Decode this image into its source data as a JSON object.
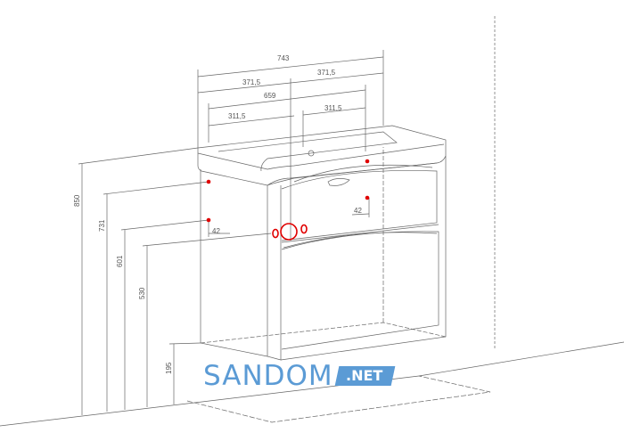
{
  "dimensions": {
    "total_width": "743",
    "half_left": "371,5",
    "half_right": "371,5",
    "inner_width": "659",
    "offset_left": "311,5",
    "offset_right": "311,5",
    "height_total": "850",
    "height_731": "731",
    "height_601": "601",
    "height_530": "530",
    "height_floor": "195",
    "offset_42_left": "42",
    "offset_42_right": "42"
  },
  "watermark": {
    "name": "SANDOM",
    "suffix": ".NET"
  },
  "colors": {
    "line": "#666666",
    "marker": "#e00000",
    "brand": "#5b9bd5"
  }
}
